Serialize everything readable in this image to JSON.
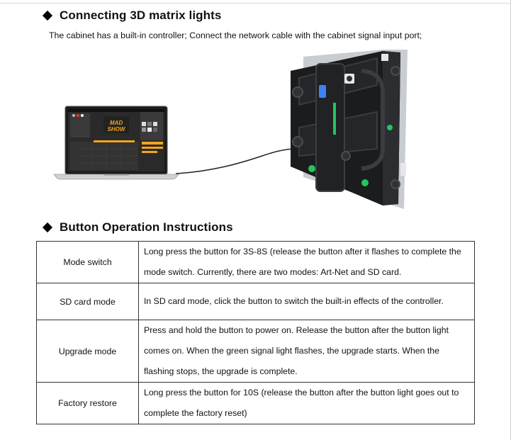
{
  "section1": {
    "heading": "Connecting 3D matrix lights",
    "description": "The cabinet has a built-in controller; Connect the network cable with the cabinet signal input port;",
    "laptop_logo_line1": "MAD",
    "laptop_logo_line2": "SHOW"
  },
  "section2": {
    "heading": "Button Operation Instructions",
    "rows": [
      {
        "mode": "Mode switch",
        "description": "Long press the button for 3S-8S (release the button after it flashes to complete the mode switch. Currently, there are two modes: Art-Net and SD card."
      },
      {
        "mode": "SD card mode",
        "description": "In SD card mode, click the button to switch the built-in effects of the controller."
      },
      {
        "mode": "Upgrade mode",
        "description": "Press and hold the button to power on. Release the button after the button light comes on. When the green signal light flashes, the upgrade starts. When the flashing stops, the upgrade is complete."
      },
      {
        "mode": "Factory restore",
        "description": "Long press the button for 10S (release the button after the button light goes out to complete the factory reset)"
      }
    ]
  },
  "colors": {
    "accent_orange": "#f2a51c",
    "led_green": "#22c55e",
    "cabinet_dark": "#1b1c1e"
  }
}
